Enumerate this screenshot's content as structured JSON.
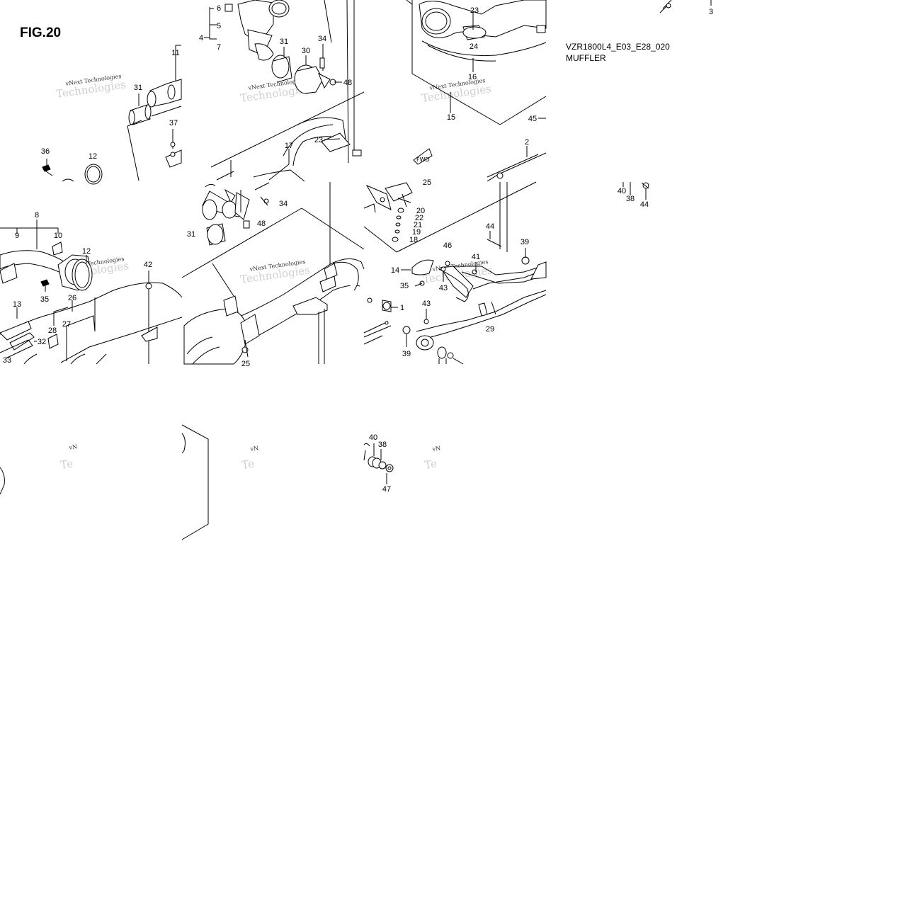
{
  "figure": {
    "title": "FIG.20",
    "model_code": "VZR1800L4_E03_E28_020",
    "section_name": "MUFFLER"
  },
  "watermark": {
    "text": "vNext Technologies",
    "ghost_text": "Technologies",
    "short_text": "vN",
    "short_ghost": "Te"
  },
  "callouts": {
    "tile1": [
      "11",
      "31",
      "37",
      "36",
      "12"
    ],
    "tile2": [
      "6",
      "5",
      "4",
      "7",
      "31",
      "34",
      "30",
      "48",
      "23",
      "17"
    ],
    "tile3": [
      "23",
      "24",
      "16",
      "15",
      "45"
    ],
    "tile4": [
      "3"
    ],
    "tile5": [
      "8",
      "9",
      "10",
      "12",
      "35",
      "42",
      "13",
      "26",
      "27",
      "28",
      "32",
      "33"
    ],
    "tile6": [
      "34",
      "48",
      "31",
      "25"
    ],
    "tile7": [
      "25",
      "20",
      "22",
      "21",
      "19",
      "18",
      "2",
      "44",
      "39",
      "46",
      "41",
      "14",
      "35",
      "43",
      "1",
      "43",
      "39",
      "29"
    ],
    "tile8": [
      "40",
      "38",
      "44"
    ],
    "tile9": [
      "40",
      "38",
      "47"
    ]
  }
}
